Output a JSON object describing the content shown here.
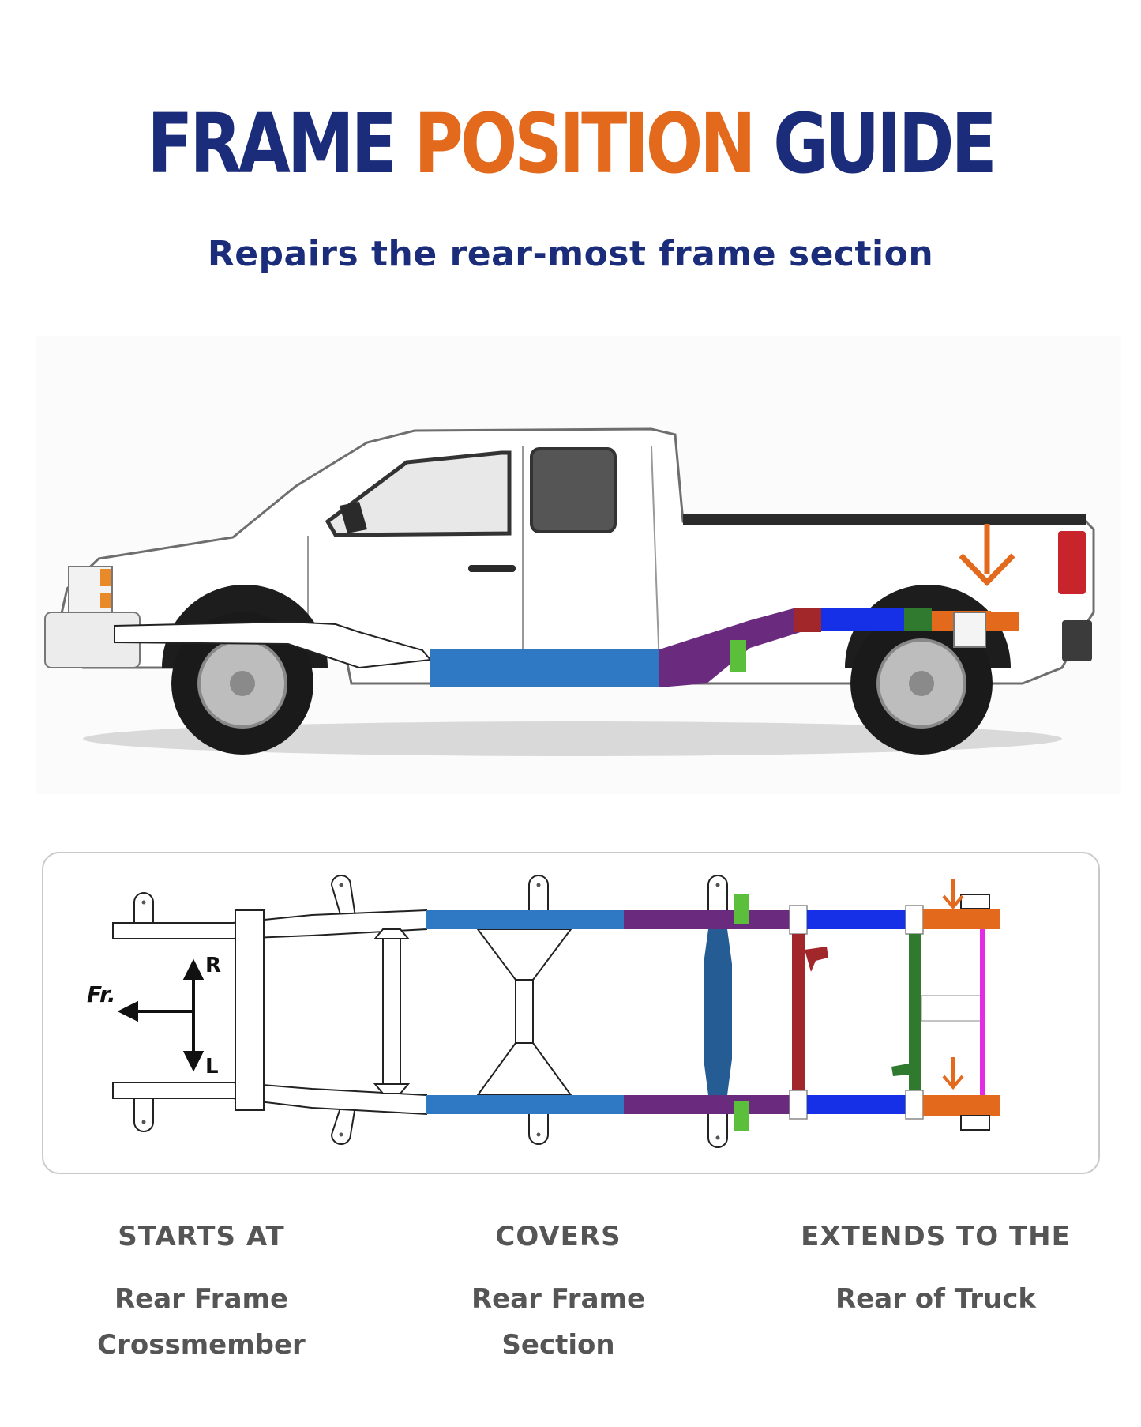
{
  "header": {
    "title_part1": "FRAME",
    "title_part2": "POSITION",
    "title_part3": "GUIDE",
    "subtitle": "Repairs the rear-most frame section"
  },
  "colors": {
    "navy": "#1b2d7a",
    "orange": "#e3691c",
    "blue_mid": "#2f78c4",
    "purple": "#6a2a7e",
    "green_light": "#5cbf3c",
    "dark_red": "#a1272a",
    "bright_blue": "#1530e6",
    "dark_green": "#2f7a2f",
    "magenta": "#e22ce6",
    "steel_blue": "#245c93"
  },
  "diagram": {
    "label_front": "Fr.",
    "label_right": "R",
    "label_left": "L"
  },
  "footer": {
    "columns": [
      {
        "heading": "STARTS AT",
        "line1": "Rear Frame",
        "line2": "Crossmember"
      },
      {
        "heading": "COVERS",
        "line1": "Rear Frame",
        "line2": "Section"
      },
      {
        "heading": "EXTENDS TO THE",
        "line1": "Rear of Truck",
        "line2": ""
      }
    ]
  }
}
